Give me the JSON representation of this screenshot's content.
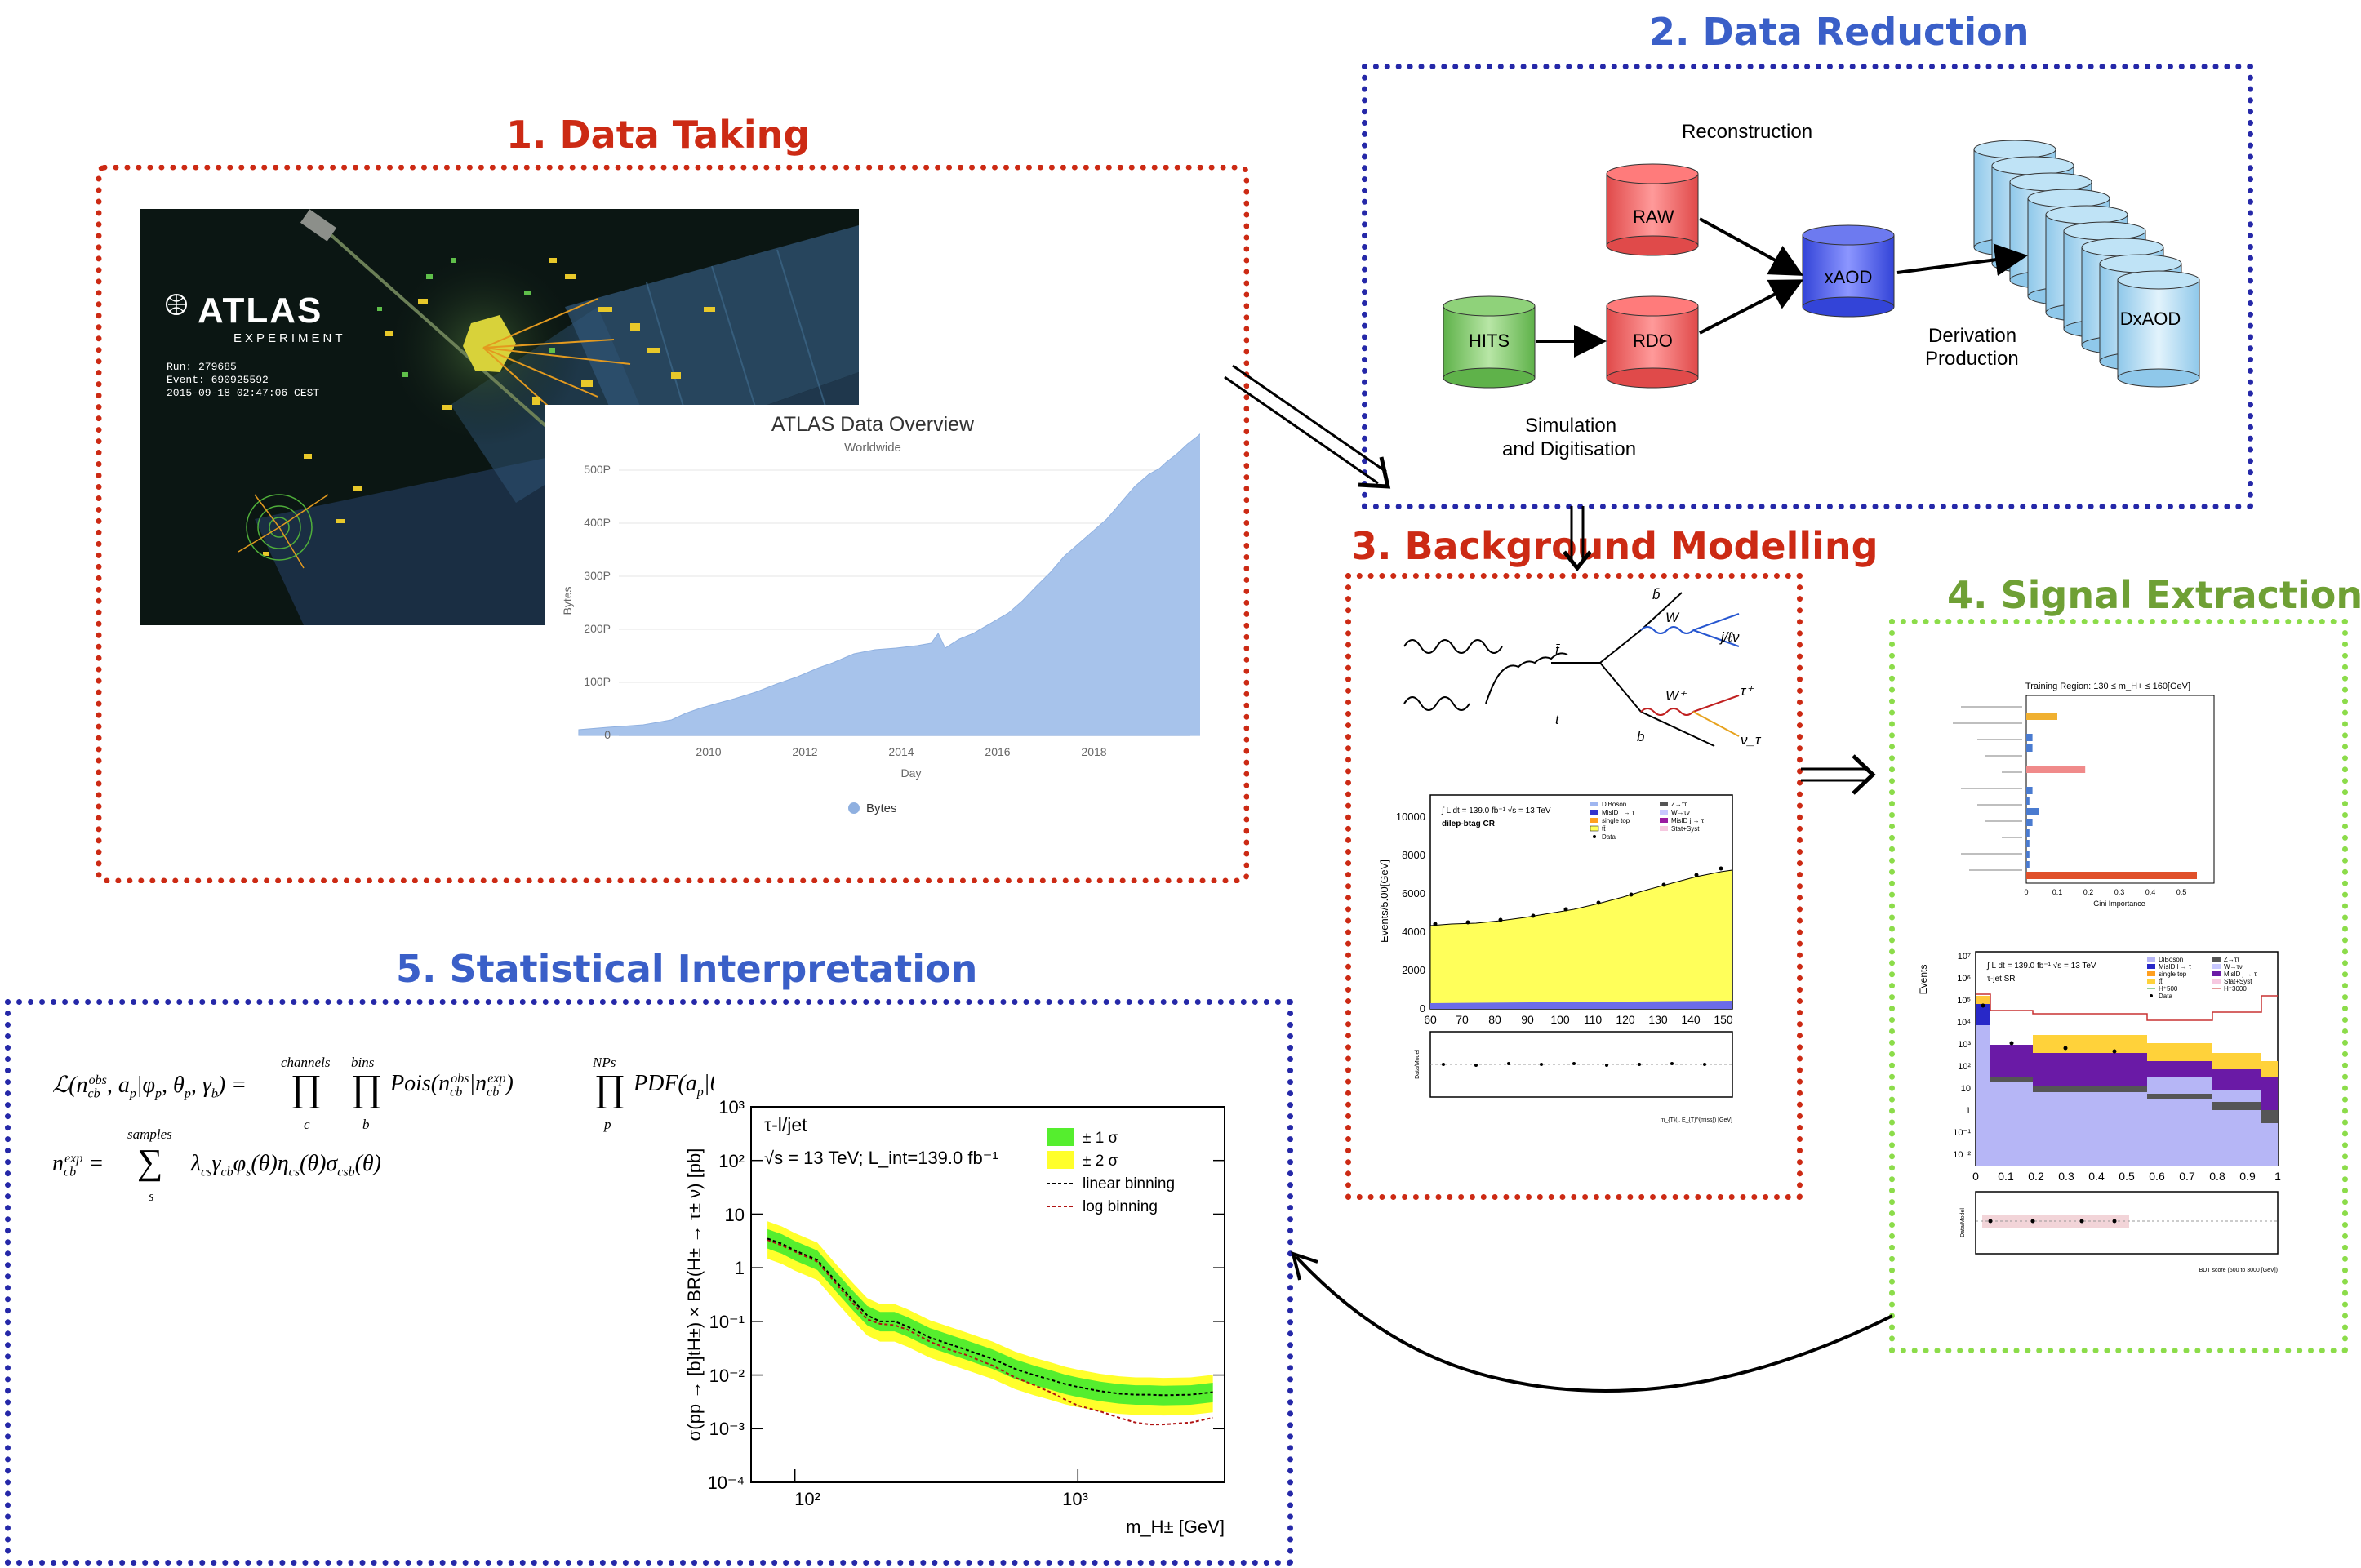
{
  "sections": {
    "data_taking": {
      "title": "1. Data Taking",
      "color": "#cc2a14"
    },
    "data_reduction": {
      "title": "2. Data Reduction",
      "color": "#3a5fc8"
    },
    "background": {
      "title": "3. Background Modelling",
      "color": "#cc2a14"
    },
    "signal": {
      "title": "4. Signal Extraction",
      "color": "#6fa035"
    },
    "stat": {
      "title": "5. Statistical Interpretation",
      "color": "#3a5fc8"
    }
  },
  "event_display": {
    "logo": "ATLAS",
    "logo_sub": "EXPERIMENT",
    "run": "Run: 279685",
    "event": "Event: 690925592",
    "date": "2015-09-18 02:47:06 CEST"
  },
  "data_overview": {
    "title": "ATLAS Data Overview",
    "subtitle": "Worldwide",
    "ylabel": "Bytes",
    "xlabel": "Day",
    "legend": "Bytes",
    "yticks": [
      "0",
      "100P",
      "200P",
      "300P",
      "400P",
      "500P"
    ],
    "xticks": [
      "2010",
      "2012",
      "2014",
      "2016",
      "2018"
    ],
    "color": "#a7c3eb"
  },
  "reduction": {
    "reconstruction": "Reconstruction",
    "raw": "RAW",
    "hits": "HITS",
    "rdo": "RDO",
    "xaod": "xAOD",
    "dxaod": "DxAOD",
    "derivation_line1": "Derivation",
    "derivation_line2": "Production",
    "simulation_line1": "Simulation",
    "simulation_line2": "and Digitisation"
  },
  "background_plot": {
    "feyn_labels": [
      "b̄",
      "t̄",
      "W⁻",
      "j/ℓν",
      "W⁺",
      "τ⁺",
      "t",
      "b",
      "ν_τ"
    ],
    "lumi": "∫ L dt = 139.0 fb⁻¹   √s = 13 TeV",
    "region": "dilep-btag CR",
    "ylabel": "Events/5.00[GeV]",
    "yticks": [
      "0",
      "2000",
      "4000",
      "6000",
      "8000",
      "10000"
    ],
    "xticks": [
      "60",
      "70",
      "80",
      "90",
      "100",
      "110",
      "120",
      "130",
      "140",
      "150"
    ],
    "ratio_label": "Data/Model",
    "xlabel": "m_{T}(l, E_{T}^{miss}) [GeV]",
    "legend": [
      "DiBoson",
      "MisID l → τ",
      "single top",
      "tt̄",
      "Data",
      "Z→ττ",
      "W→τν",
      "MisID j → τ",
      "Stat+Syst"
    ]
  },
  "signal_plots": {
    "gini_title": "Training Region: 130 ≤ m_H+ ≤ 160[GeV]",
    "gini_xlabel": "Gini Importance",
    "gini_values": [
      0,
      0.1,
      0,
      0.02,
      0.02,
      0,
      0.19,
      0,
      0.02,
      0.01,
      0.04,
      0.02,
      0.01,
      0.01,
      0.01,
      0.01,
      0.55
    ],
    "gini_ticks": [
      "0",
      "0.1",
      "0.2",
      "0.3",
      "0.4",
      "0.5"
    ],
    "bdt_ylabel": "Events",
    "bdt_lumi": "∫ L dt = 139.0 fb⁻¹   √s = 13 TeV",
    "bdt_region": "τ-jet SR",
    "bdt_yticks": [
      "10⁻²",
      "10⁻¹",
      "1",
      "10",
      "10²",
      "10³",
      "10⁴",
      "10⁵",
      "10⁶",
      "10⁷"
    ],
    "bdt_xticks": [
      "0",
      "0.1",
      "0.2",
      "0.3",
      "0.4",
      "0.5",
      "0.6",
      "0.7",
      "0.8",
      "0.9",
      "1"
    ],
    "bdt_xlabel": "BDT score (500 to 3000 [GeV])",
    "bdt_ratio_label": "Data/Model",
    "bdt_legend": [
      "DiBoson",
      "MisID l → τ",
      "single top",
      "tt̄",
      "H⁺500",
      "Data",
      "Z→ττ",
      "W→τν",
      "MisID j → τ",
      "Stat+Syst",
      "H⁺3000"
    ]
  },
  "equations": {
    "eq1": "ℒ(n_cb^obs, a_p | φ_p, θ_p, γ_b) = ∏ ∏ Pois(n_cb^obs | n_cb^exp) ∏ PDF(a_p | θ_p)",
    "eq1_lhs": "ℒ(n",
    "eq2_lhs": "n",
    "channels": "channels",
    "bins": "bins",
    "nps": "NPs",
    "samples": "samples"
  },
  "limit_plot": {
    "title": "τ-l/jet",
    "energy": "√s = 13 TeV; L_int=139.0 fb⁻¹",
    "legend": [
      "± 1 σ",
      "± 2 σ",
      "linear binning",
      "log binning"
    ],
    "ylabel": "σ(pp → [b]tH±) × BR(H± → τ± ν) [pb]",
    "xlabel": "m_H± [GeV]",
    "yticks": [
      "10⁻⁴",
      "10⁻³",
      "10⁻²",
      "10⁻¹",
      "1",
      "10",
      "10²",
      "10³"
    ],
    "xticks": [
      "10²",
      "10³"
    ],
    "colors": {
      "one_sigma": "#55ee2e",
      "two_sigma": "#ffff2b",
      "log": "#b01414"
    },
    "chart_data": {
      "type": "line",
      "x": [
        80,
        90,
        100,
        120,
        140,
        160,
        180,
        200,
        225,
        250,
        300,
        350,
        400,
        500,
        600,
        700,
        800,
        900,
        1000,
        1200,
        1400,
        1600,
        1800,
        2000,
        2500,
        3000
      ],
      "series": [
        {
          "name": "linear binning",
          "values": [
            3.5,
            2.8,
            2.1,
            1.4,
            0.55,
            0.25,
            0.13,
            0.1,
            0.1,
            0.08,
            0.05,
            0.038,
            0.03,
            0.02,
            0.013,
            0.01,
            0.0082,
            0.0068,
            0.006,
            0.005,
            0.0045,
            0.0043,
            0.0043,
            0.0042,
            0.0043,
            0.0048
          ]
        },
        {
          "name": "log binning",
          "values": [
            3.3,
            2.6,
            2.0,
            1.3,
            0.5,
            0.22,
            0.11,
            0.09,
            0.085,
            0.07,
            0.042,
            0.03,
            0.024,
            0.015,
            0.009,
            0.0065,
            0.0048,
            0.0035,
            0.0027,
            0.0021,
            0.0016,
            0.0013,
            0.0012,
            0.0012,
            0.0013,
            0.0016
          ]
        }
      ],
      "xlim": [
        70,
        3300
      ],
      "ylim": [
        0.0001,
        1000
      ],
      "xscale": "log",
      "yscale": "log"
    }
  }
}
